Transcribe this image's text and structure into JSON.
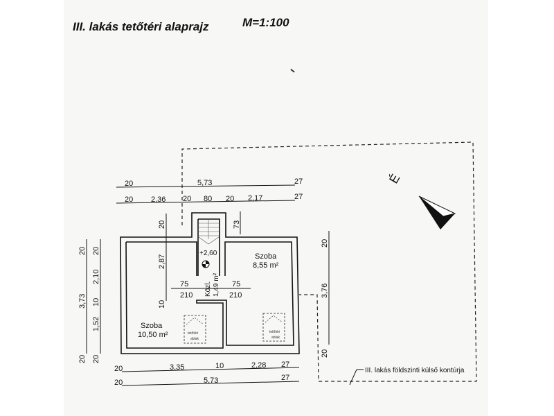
{
  "title": "III. lakás tetőtéri alaprajz",
  "scale": "M=1:100",
  "north": "É",
  "rooms": [
    {
      "name": "Szoba",
      "area": "8,55 m²"
    },
    {
      "name": "Szoba",
      "area": "10,50 m²"
    },
    {
      "name": "Közl.",
      "area": "1,49 m²"
    }
  ],
  "level": "+2,60",
  "window_label": [
    "tetőtéri",
    "ablak"
  ],
  "contour_label": "III. lakás földszinti külső kontúrja",
  "dims": {
    "top1": [
      "20",
      "5,73",
      "27"
    ],
    "top2": [
      "20",
      "2,36",
      "20",
      "80",
      "20",
      "2,17",
      "27"
    ],
    "bottom1": [
      "20",
      "3,35",
      "10",
      "2,28",
      "27"
    ],
    "bottom2": [
      "20",
      "5,73",
      "27"
    ],
    "left_outer": [
      "20",
      "3,73",
      "20"
    ],
    "left_inner": [
      "20",
      "2,10",
      "10",
      "1,52",
      "20"
    ],
    "left_room": [
      "20",
      "2,87",
      "10"
    ],
    "stair": "73",
    "right": [
      "20",
      "3,76",
      "20"
    ],
    "doors": [
      "75",
      "210",
      "75",
      "210"
    ]
  }
}
